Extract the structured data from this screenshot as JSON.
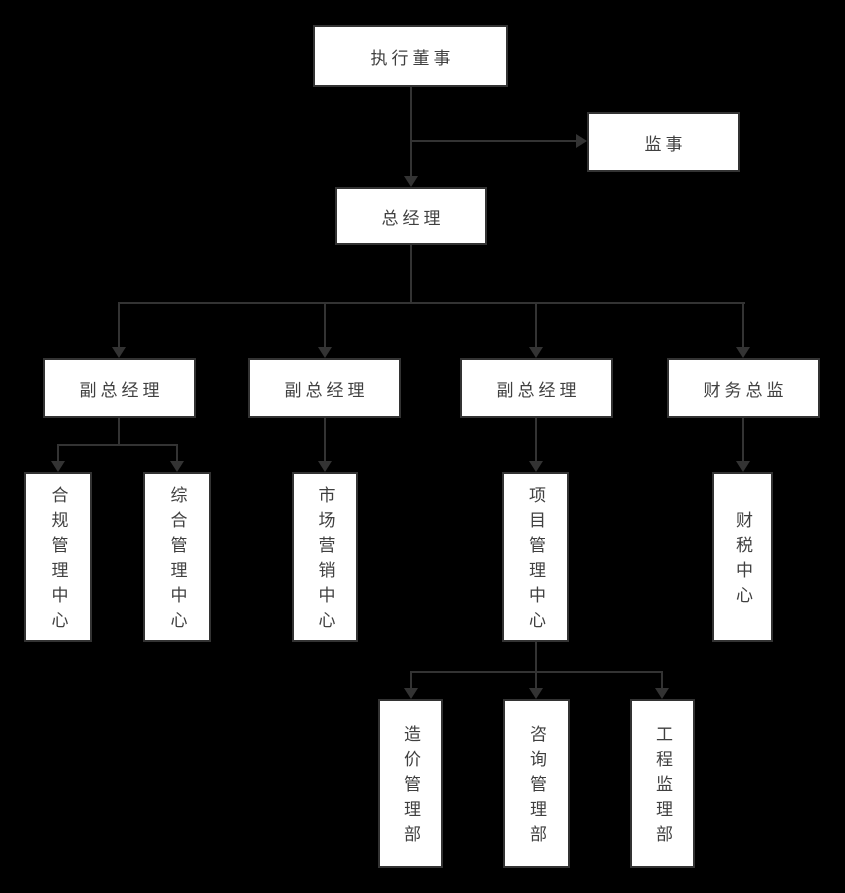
{
  "diagram": {
    "type": "org-chart",
    "colors": {
      "background": "#000000",
      "node_fill": "#ffffff",
      "node_border": "#333333",
      "text": "#404040",
      "connector": "#333333"
    },
    "nodes": {
      "executive_director": {
        "label": "执行董事"
      },
      "supervisor": {
        "label": "监事"
      },
      "general_manager": {
        "label": "总经理"
      },
      "deputy_gm_1": {
        "label": "副总经理"
      },
      "deputy_gm_2": {
        "label": "副总经理"
      },
      "deputy_gm_3": {
        "label": "副总经理"
      },
      "finance_director": {
        "label": "财务总监"
      },
      "compliance_center": {
        "label": "合规管理中心"
      },
      "general_management_center": {
        "label": "综合管理中心"
      },
      "marketing_center": {
        "label": "市场营销中心"
      },
      "project_management_center": {
        "label": "项目管理中心"
      },
      "finance_tax_center": {
        "label": "财税中心"
      },
      "cost_management_dept": {
        "label": "造价管理部"
      },
      "consulting_management_dept": {
        "label": "咨询管理部"
      },
      "engineering_supervision_dept": {
        "label": "工程监理部"
      }
    },
    "edges": [
      {
        "from": "executive_director",
        "to": "supervisor"
      },
      {
        "from": "executive_director",
        "to": "general_manager"
      },
      {
        "from": "general_manager",
        "to": "deputy_gm_1"
      },
      {
        "from": "general_manager",
        "to": "deputy_gm_2"
      },
      {
        "from": "general_manager",
        "to": "deputy_gm_3"
      },
      {
        "from": "general_manager",
        "to": "finance_director"
      },
      {
        "from": "deputy_gm_1",
        "to": "compliance_center"
      },
      {
        "from": "deputy_gm_1",
        "to": "general_management_center"
      },
      {
        "from": "deputy_gm_2",
        "to": "marketing_center"
      },
      {
        "from": "deputy_gm_3",
        "to": "project_management_center"
      },
      {
        "from": "finance_director",
        "to": "finance_tax_center"
      },
      {
        "from": "project_management_center",
        "to": "cost_management_dept"
      },
      {
        "from": "project_management_center",
        "to": "consulting_management_dept"
      },
      {
        "from": "project_management_center",
        "to": "engineering_supervision_dept"
      }
    ]
  }
}
